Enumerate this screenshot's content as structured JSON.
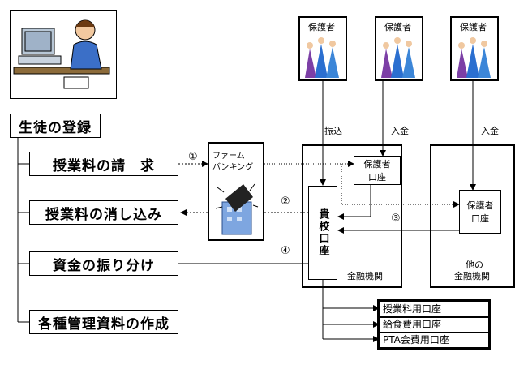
{
  "left_column": {
    "header": "生徒の登録",
    "items": [
      "授業料の請　求",
      "授業料の消し込み",
      "資金の振り分け",
      "各種管理資料の作成"
    ]
  },
  "firm_banking": {
    "line1": "ファーム",
    "line2": "バンキング"
  },
  "steps": [
    "①",
    "②",
    "③",
    "④"
  ],
  "guardians": [
    "保護者",
    "保護者",
    "保護者"
  ],
  "flows": {
    "furikomi": "振込",
    "nyukin_1": "入金",
    "nyukin_2": "入金"
  },
  "bank": {
    "school_account": "貴校口座",
    "guardian_account_line1": "保護者",
    "guardian_account_line2": "口座",
    "caption": "金融機関"
  },
  "other_bank": {
    "guardian_account_line1": "保護者",
    "guardian_account_line2": "口座",
    "caption_line1": "他の",
    "caption_line2": "金融機関"
  },
  "accounts": [
    "授業料用口座",
    "給食費用口座",
    "PTA会費用口座"
  ]
}
